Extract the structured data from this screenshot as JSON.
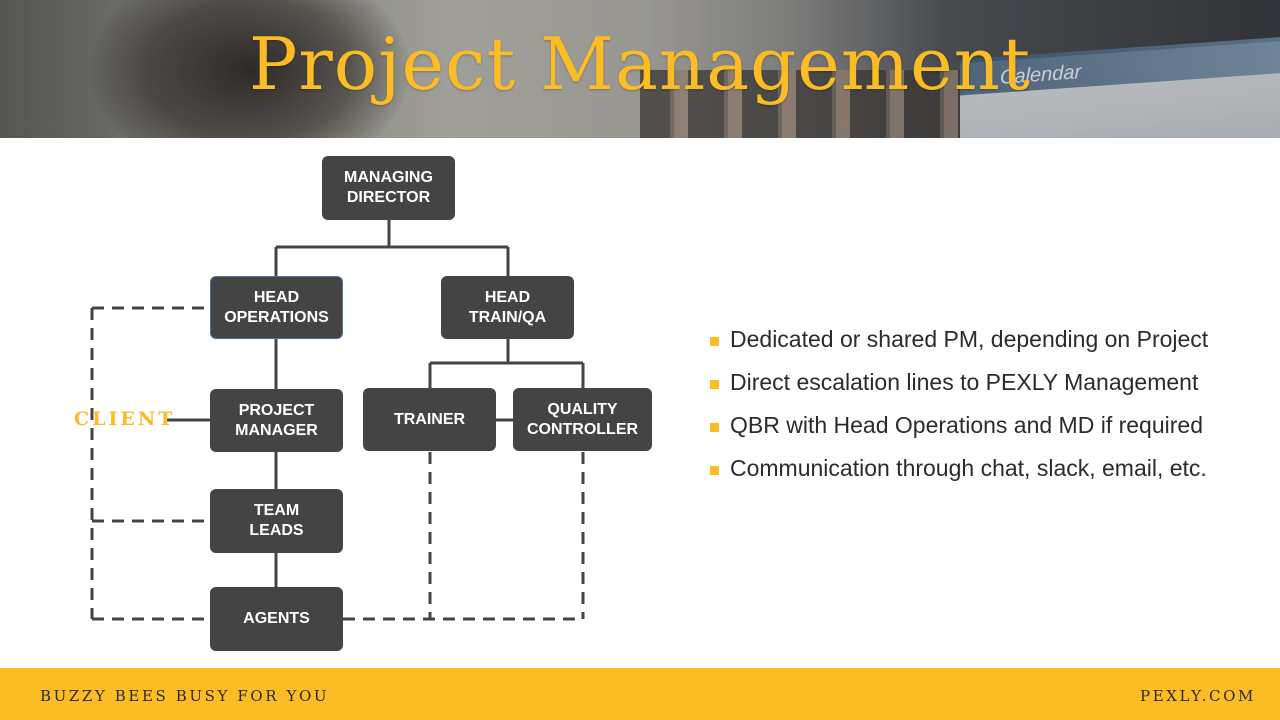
{
  "header": {
    "title": "Project Management",
    "background_screen_label": "Calendar"
  },
  "diagram": {
    "nodes": {
      "managing_director": "MANAGING\nDIRECTOR",
      "head_operations": "HEAD\nOPERATIONS",
      "head_train_qa": "HEAD\nTRAIN/QA",
      "project_manager": "PROJECT\nMANAGER",
      "trainer": "TRAINER",
      "quality_controller": "QUALITY\nCONTROLLER",
      "team_leads": "TEAM\nLEADS",
      "agents": "AGENTS"
    },
    "client_label": "CLIENT",
    "edges": [
      {
        "from": "managing_director",
        "to": "head_operations",
        "style": "solid"
      },
      {
        "from": "managing_director",
        "to": "head_train_qa",
        "style": "solid"
      },
      {
        "from": "head_operations",
        "to": "project_manager",
        "style": "solid"
      },
      {
        "from": "project_manager",
        "to": "team_leads",
        "style": "solid"
      },
      {
        "from": "team_leads",
        "to": "agents",
        "style": "solid"
      },
      {
        "from": "head_train_qa",
        "to": "trainer",
        "style": "solid"
      },
      {
        "from": "head_train_qa",
        "to": "quality_controller",
        "style": "solid"
      },
      {
        "from": "trainer",
        "to": "quality_controller",
        "style": "solid"
      },
      {
        "from": "client",
        "to": "project_manager",
        "style": "solid"
      },
      {
        "from": "client",
        "to": "head_operations",
        "style": "dashed"
      },
      {
        "from": "client",
        "to": "team_leads",
        "style": "dashed"
      },
      {
        "from": "client",
        "to": "agents",
        "style": "dashed"
      },
      {
        "from": "trainer",
        "to": "agents",
        "style": "dashed"
      },
      {
        "from": "quality_controller",
        "to": "agents",
        "style": "dashed"
      }
    ],
    "colors": {
      "node_fill": "#444444",
      "node_text": "#ffffff",
      "line": "#444444",
      "highlight_border": "#4f6fa8",
      "accent": "#fbbc24"
    }
  },
  "bullets": [
    "Dedicated or shared PM, depending on Project",
    "Direct escalation lines to PEXLY Management",
    "QBR with Head Operations and MD if required",
    "Communication through chat, slack, email, etc."
  ],
  "footer": {
    "left": "BUZZY BEES BUSY FOR YOU",
    "right": "PEXLY.COM"
  }
}
